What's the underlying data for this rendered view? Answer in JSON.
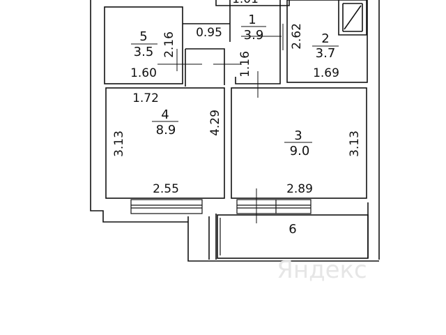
{
  "rooms": [
    {
      "number": "1",
      "area": "3.9"
    },
    {
      "number": "2",
      "area": "3.7"
    },
    {
      "number": "3",
      "area": "9.0"
    },
    {
      "number": "4",
      "area": "8.9"
    },
    {
      "number": "5",
      "area": "3.5"
    },
    {
      "number": "6",
      "area": ""
    }
  ],
  "dimensions": {
    "top_cut": "1.01",
    "room1_width": "0.95",
    "room1_door": "1.16",
    "room2_height": "2.62",
    "room2_width": "1.69",
    "room5_height": "2.16",
    "room5_width": "1.60",
    "room4_top": "1.72",
    "room4_left": "3.13",
    "room4_right": "4.29",
    "room4_bottom": "2.55",
    "room3_right": "3.13",
    "room3_bottom": "2.89"
  },
  "watermark": "Яндекс"
}
